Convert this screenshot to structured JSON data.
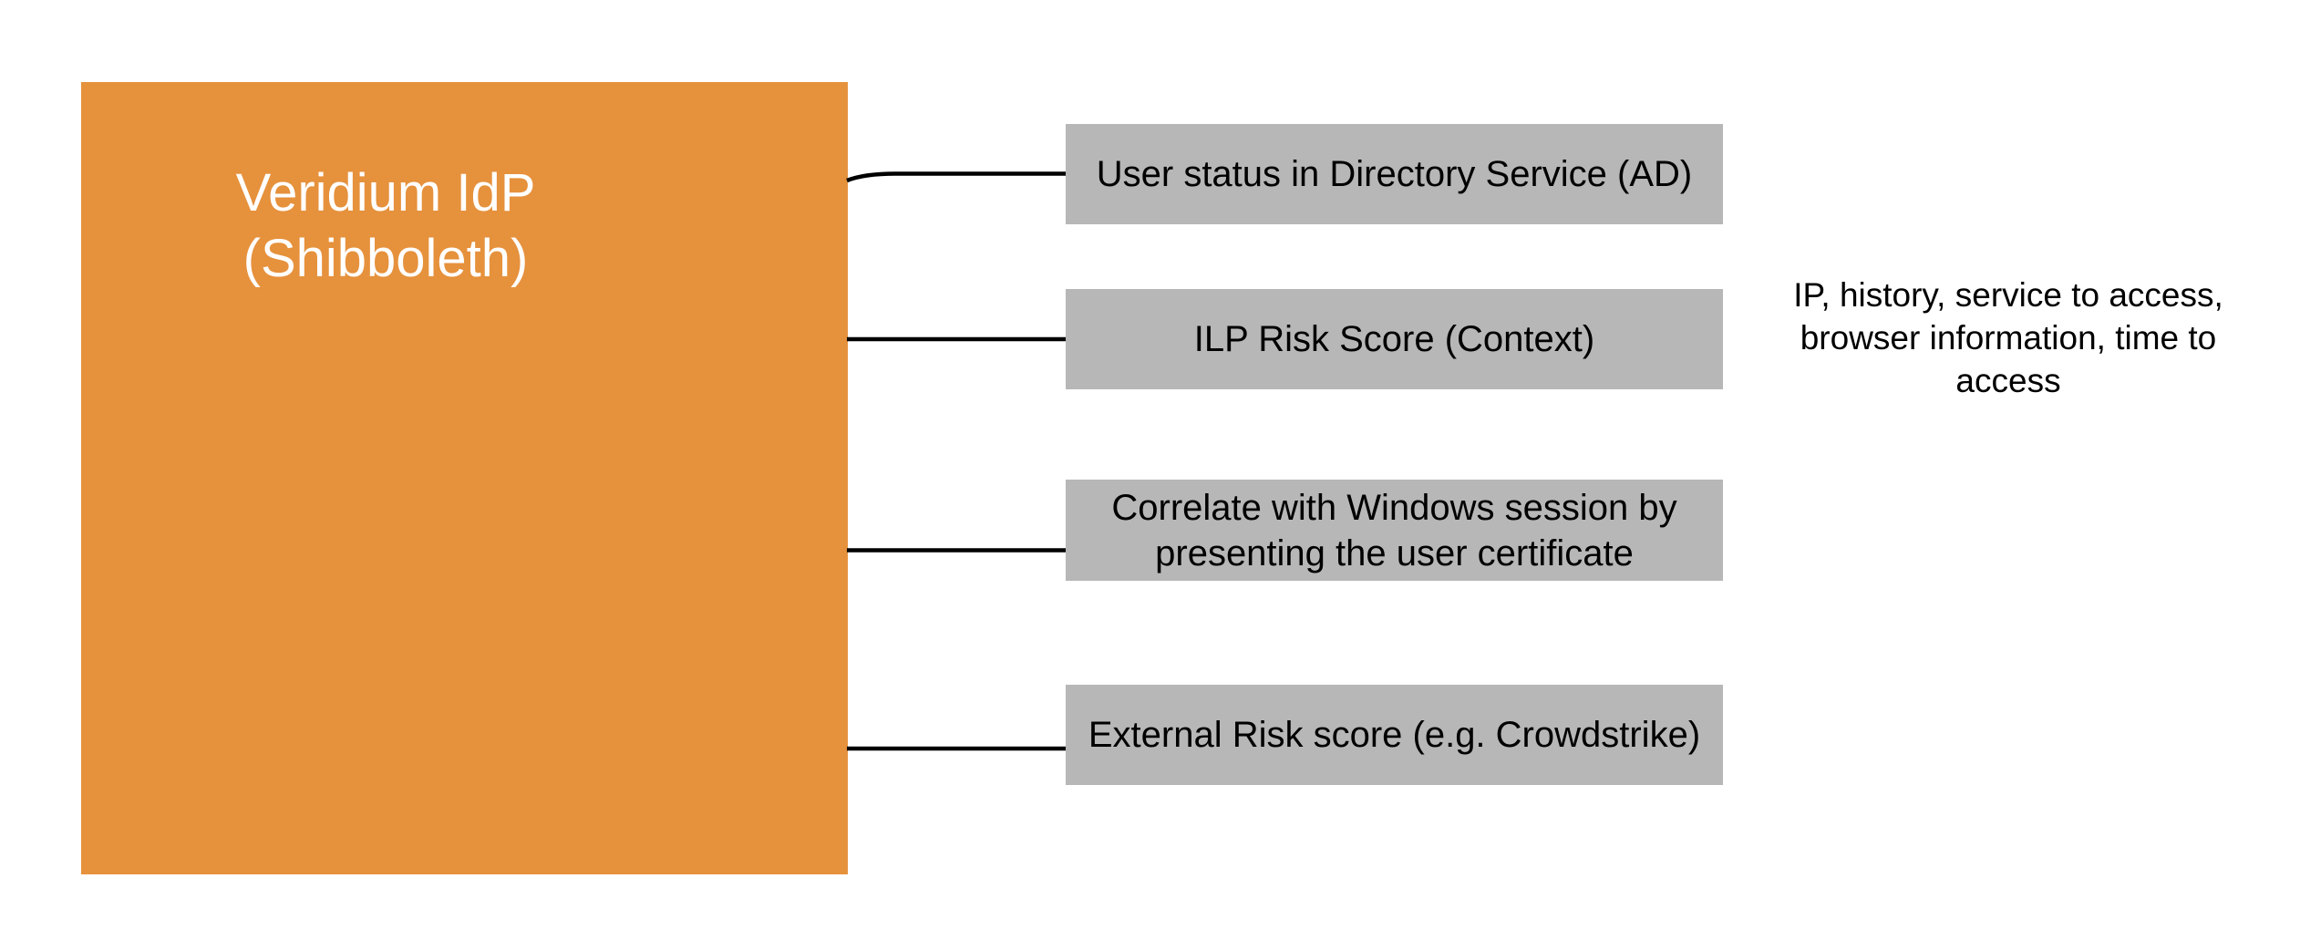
{
  "diagram": {
    "main_box": {
      "label": "Veridium IdP\n(Shibboleth)",
      "fill_color": "#e6913c",
      "text_color": "#ffffff"
    },
    "factor_boxes": [
      {
        "label": "User status in Directory Service (AD)"
      },
      {
        "label": "ILP Risk Score (Context)"
      },
      {
        "label": "Correlate with Windows session by\npresenting the user certificate"
      },
      {
        "label": "External Risk score (e.g. Crowdstrike)"
      }
    ],
    "factor_box_fill_color": "#b7b7b7",
    "factor_box_text_color": "#000000",
    "connector_color": "#000000",
    "annotation": "IP, history, service to access,\nbrowser information, time to\naccess"
  }
}
